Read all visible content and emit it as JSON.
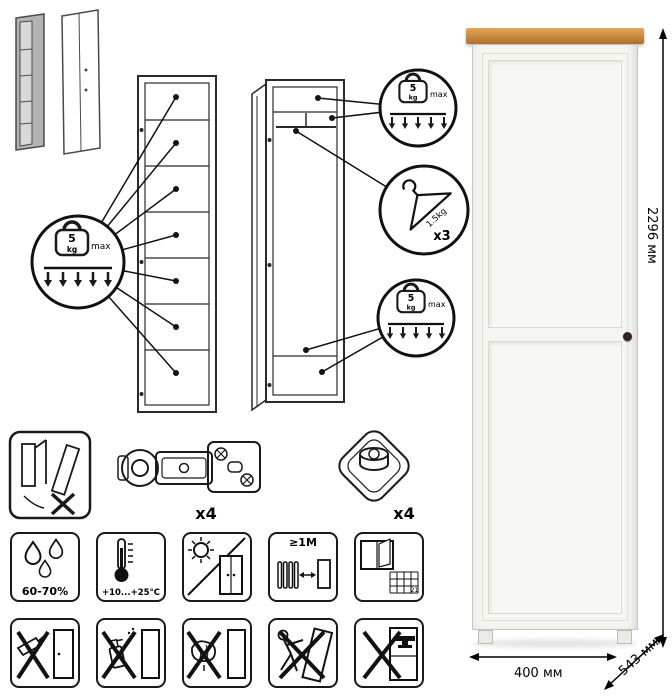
{
  "dimensions": {
    "height": "2296 мм",
    "width": "400 мм",
    "depth": "543 мм"
  },
  "load": {
    "shelf_weight": "5",
    "weight_unit": "kg",
    "max_label": "max",
    "hanger_load": "1.5kg",
    "hanger_multiplier": "x3"
  },
  "hardware": {
    "hinge_qty": "x4",
    "foot_qty": "x4"
  },
  "care": {
    "humidity": "60-70%",
    "temperature": "+10...+25°C",
    "distance": "≥1M",
    "tile_number": "21"
  },
  "icon_names": [
    "weight-kettlebell",
    "coat-hanger",
    "hinge",
    "adjustable-foot",
    "anti-tip-warning",
    "water-drops",
    "thermometer",
    "sun-shade",
    "radiator-distance",
    "window-ventilation",
    "no-scraper",
    "no-spray",
    "no-wet-cloth",
    "no-pushing",
    "no-heavy-load"
  ]
}
